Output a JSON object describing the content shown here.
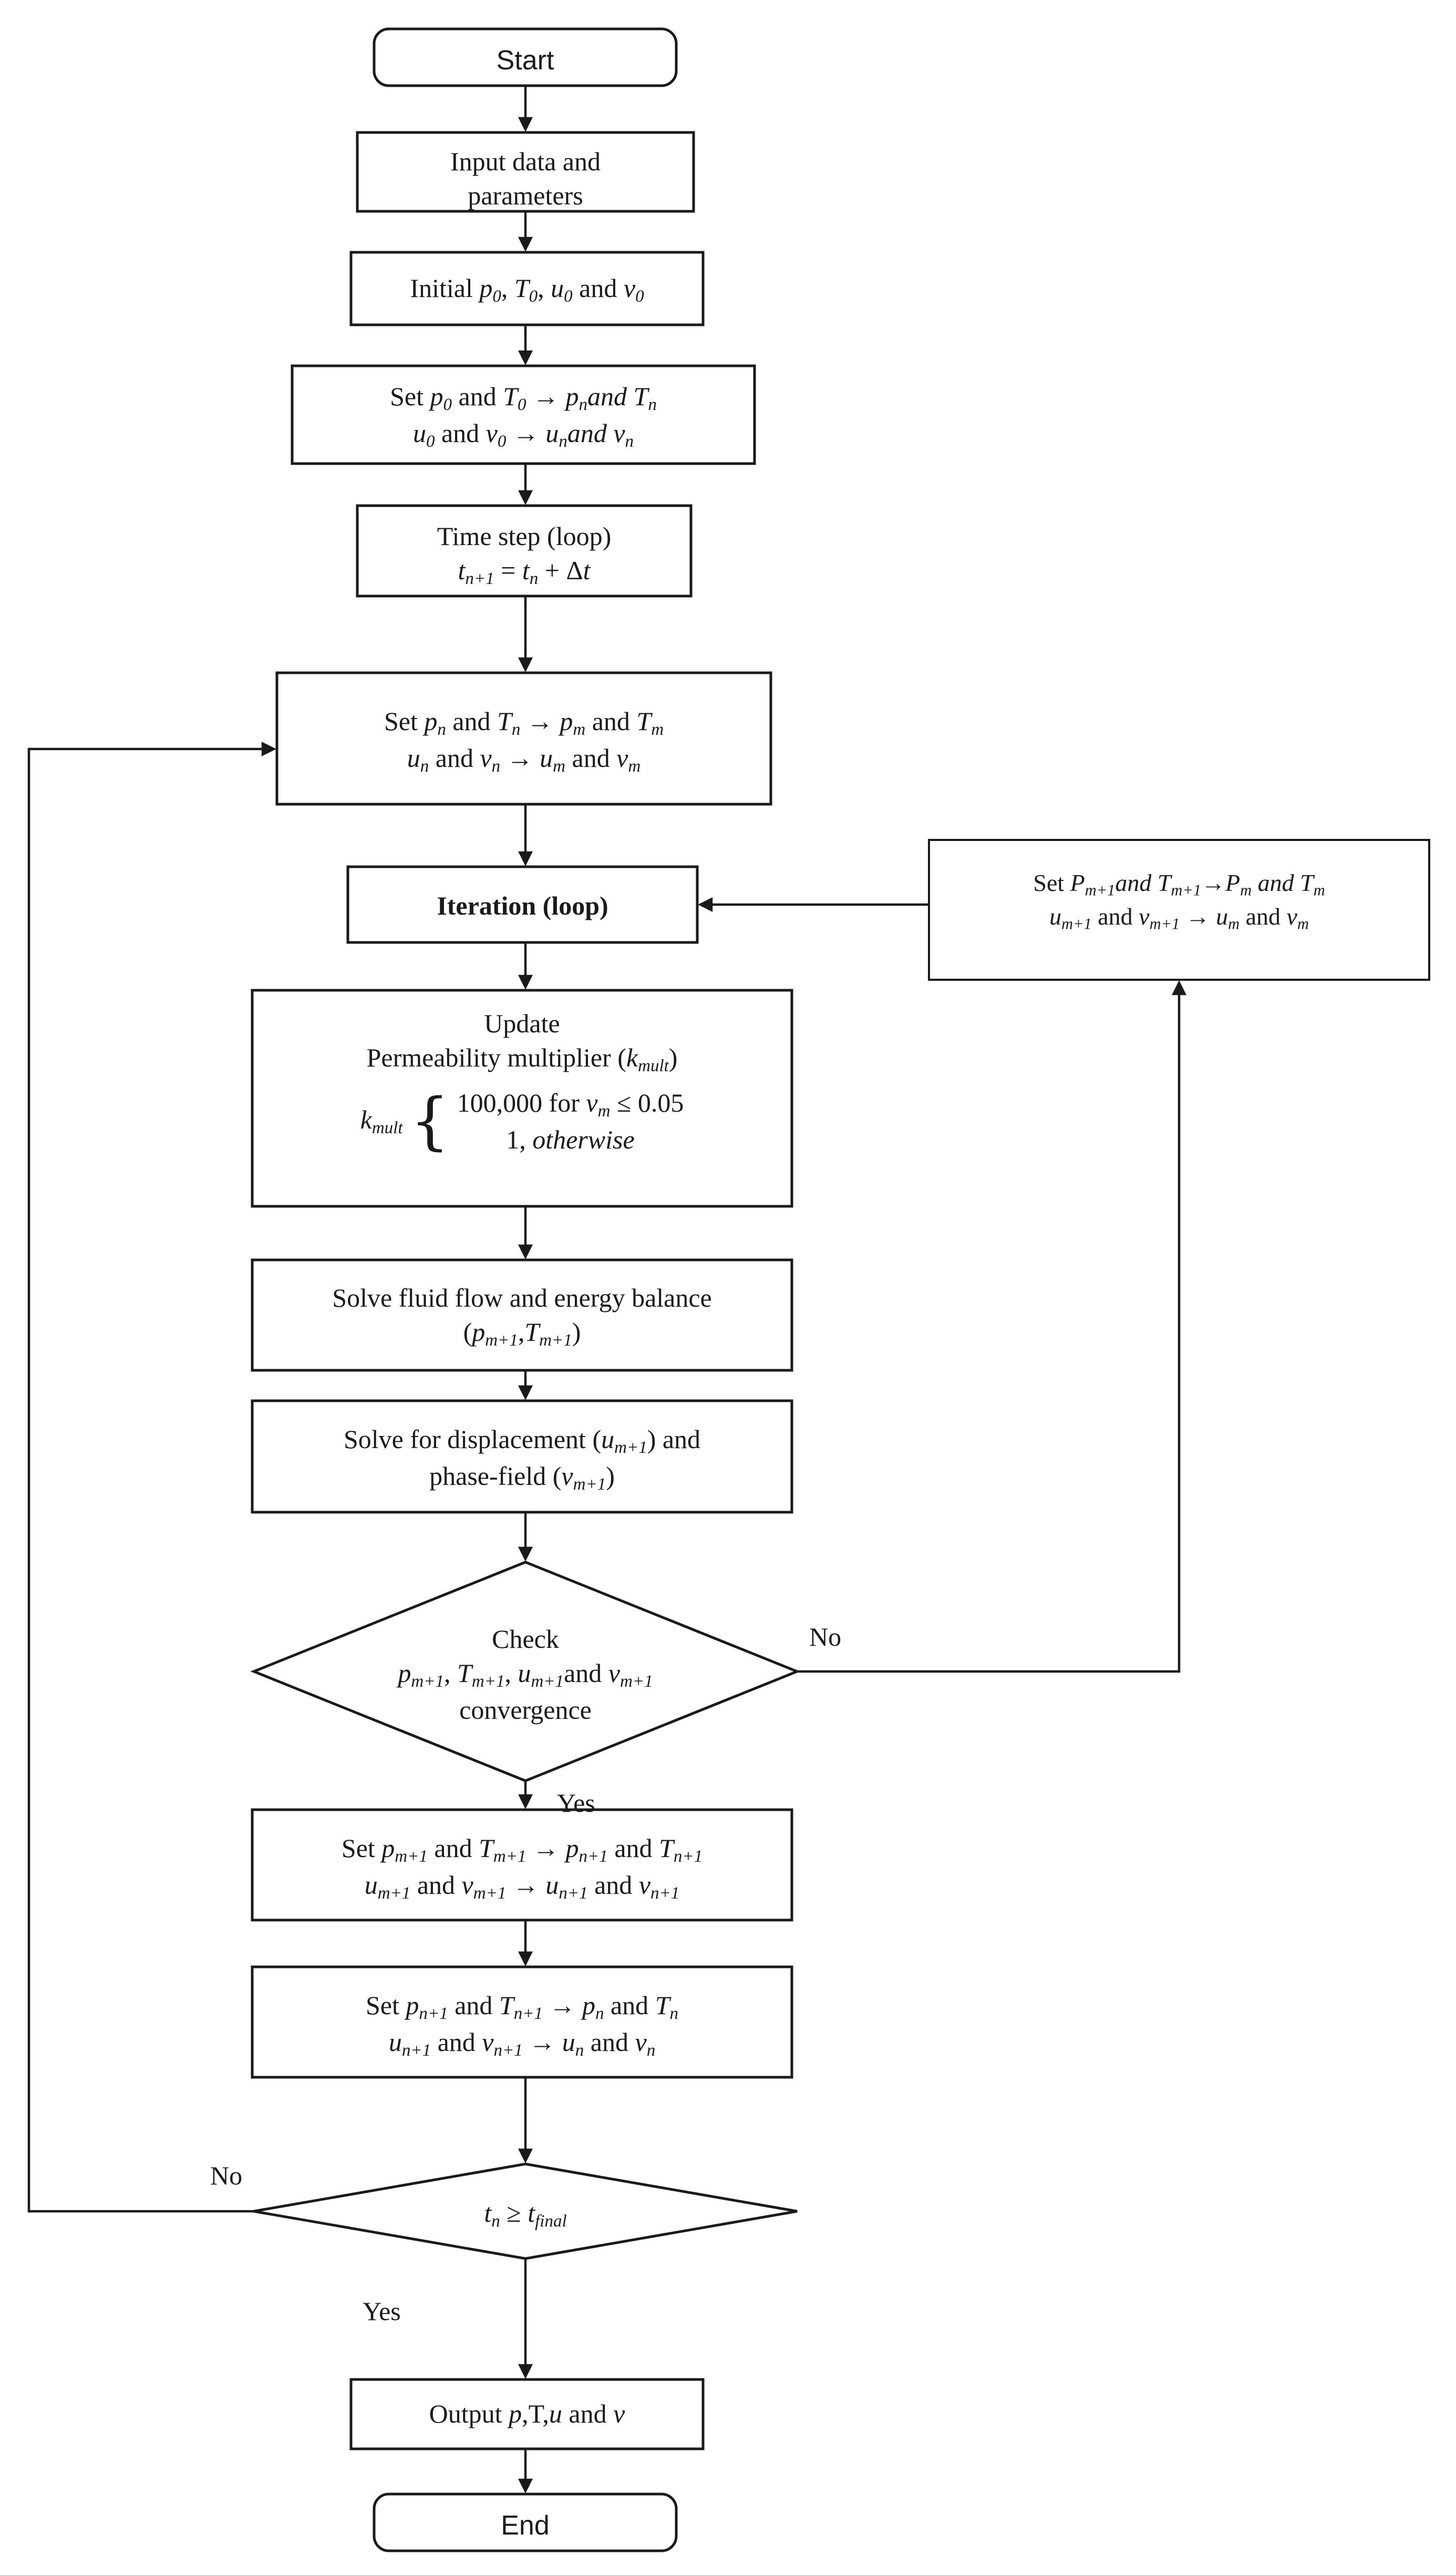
{
  "diagram": {
    "title": "Numerical simulation workflow flowchart",
    "type": "flowchart",
    "colors": {
      "stroke": "#1a1a1a",
      "fill": "#ffffff",
      "background": "#ffffff"
    }
  },
  "nodes": {
    "start": {
      "shape": "terminator",
      "label": "Start"
    },
    "input": {
      "shape": "process",
      "line1": "Input data and",
      "line2": "parameters"
    },
    "initial": {
      "shape": "process",
      "line1_html": "Initial <i>p</i><sub>0</sub>, <i>T</i><sub>0</sub>, <i>u</i><sub>0</sub> and <i>v</i><sub>0</sub>"
    },
    "set_initial": {
      "shape": "process",
      "line1_html": "Set <i>p</i><sub>0</sub> and <i>T</i><sub>0</sub> &#8594; <i>p</i><sub>n</sub><i>and T</i><sub>n</sub>",
      "line2_html": "<i>u</i><sub>0</sub> and <i>v</i><sub>0</sub> &#8594; <i>u</i><sub>n</sub><i>and v</i><sub>n</sub>"
    },
    "time_step": {
      "shape": "process",
      "line1": "Time step (loop)",
      "line2_html": "<i>t</i><sub>n+1</sub> = <i>t</i><sub>n</sub> + &#916;<i>t</i>"
    },
    "set_n_to_m": {
      "shape": "process",
      "line1_html": "Set <i>p</i><sub>n</sub> and <i>T</i><sub>n</sub> &#8594; <i>p</i><sub>m</sub> and <i>T</i><sub>m</sub>",
      "line2_html": "<i>u</i><sub>n</sub> and <i>v</i><sub>n</sub> &#8594; <i>u</i><sub>m</sub> and <i>v</i><sub>m</sub>"
    },
    "iteration": {
      "shape": "process",
      "label": "Iteration (loop)"
    },
    "update_kmult": {
      "shape": "process",
      "line1": "Update",
      "line2_html": "Permeability multiplier (<i>k</i><sub>mult</sub>)",
      "kmult_symbol_html": "<i>k</i><sub>mult</sub>",
      "case1_html": "100,000 for <i>v</i><sub>m</sub> &#8804; 0.05",
      "case2_html": "1, <i>otherwise</i>"
    },
    "solve_flow": {
      "shape": "process",
      "line1": "Solve fluid flow and energy  balance",
      "line2_html": "(<i>p</i><sub>m+1</sub>,<i>T</i><sub>m+1</sub>)"
    },
    "solve_disp": {
      "shape": "process",
      "line1_html": "Solve for displacement (<i>u</i><sub>m+1</sub>) and",
      "line2_html": "phase-field (<i>v</i><sub>m+1</sub>)"
    },
    "check_convergence": {
      "shape": "decision",
      "line1": "Check",
      "line2_html": "<i>p</i><sub>m+1</sub>, <i>T</i><sub>m+1</sub>, <i>u</i><sub>m+1</sub>and <i>v</i><sub>m+1</sub>",
      "line3": "convergence"
    },
    "set_m1_to_m": {
      "shape": "process",
      "line1_html": "Set <i>P</i><sub>m+1</sub><i>and T</i><sub>m+1</sub>&#8594;<i>P</i><sub>m</sub> <i>and T</i><sub>m</sub>",
      "line2_html": "<i>u</i><sub>m+1</sub> and <i>v</i><sub>m+1</sub> &#8594; <i>u</i><sub>m</sub> and <i>v</i><sub>m</sub>"
    },
    "set_m1_to_n1": {
      "shape": "process",
      "line1_html": "Set <i>p</i><sub>m+1</sub> and <i>T</i><sub>m+1</sub> &#8594; <i>p</i><sub>n+1</sub> and <i>T</i><sub>n+1</sub>",
      "line2_html": "<i>u</i><sub>m+1</sub> and <i>v</i><sub>m+1</sub> &#8594; <i>u</i><sub>n+1</sub> and <i>v</i><sub>n+1</sub>"
    },
    "set_n1_to_n": {
      "shape": "process",
      "line1_html": "Set <i>p</i><sub>n+1</sub> and <i>T</i><sub>n+1</sub> &#8594; <i>p</i><sub>n</sub> and <i>T</i><sub>n</sub>",
      "line2_html": "<i>u</i><sub>n+1</sub> and <i>v</i><sub>n+1</sub> &#8594; <i>u</i><sub>n</sub> and <i>v</i><sub>n</sub>"
    },
    "check_time": {
      "shape": "decision",
      "label_html": "<i>t</i><sub>n</sub> &#8805; <i>t</i><sub>final</sub>"
    },
    "output": {
      "shape": "process",
      "label_html": "Output <i>p</i>,T,<i>u</i> and <i>v</i>"
    },
    "end": {
      "shape": "terminator",
      "label": "End"
    }
  },
  "edge_labels": {
    "convergence_no": "No",
    "convergence_yes": "Yes",
    "time_no": "No",
    "time_yes": "Yes"
  }
}
